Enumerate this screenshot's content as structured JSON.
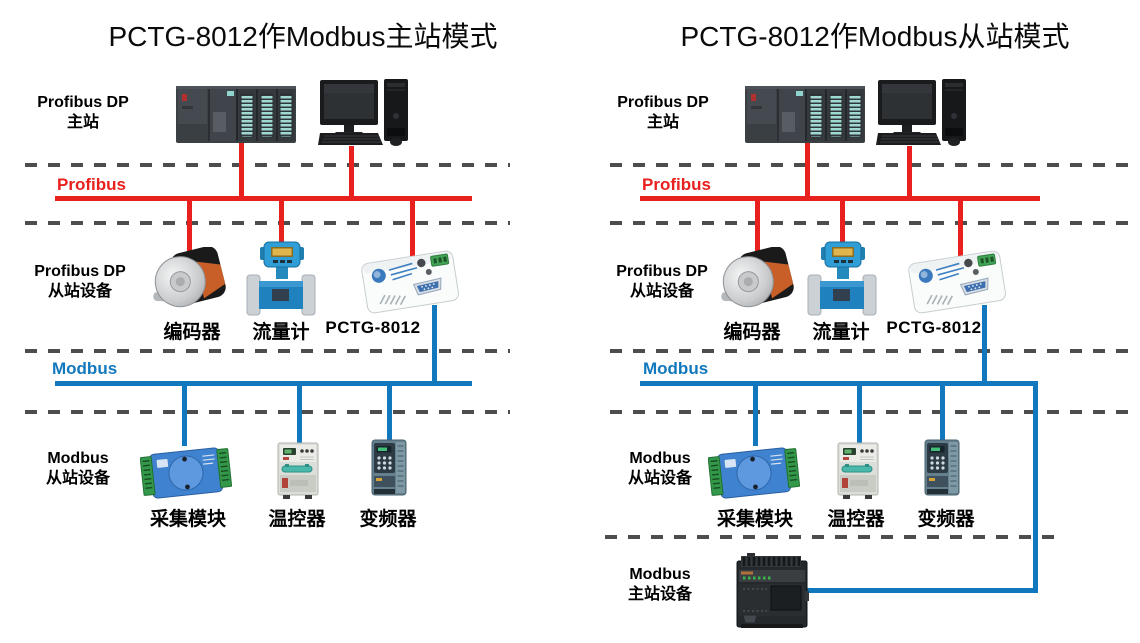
{
  "colors": {
    "profibus_bus": "#e8201e",
    "modbus_bus": "#1278bd",
    "separator_dash": "#4d4d4d",
    "text": "#000000"
  },
  "diagrams": {
    "left": {
      "title": "PCTG-8012作Modbus主站模式",
      "profibus_master": {
        "line1": "Profibus DP",
        "line2": "主站"
      },
      "profibus_bus_label": "Profibus",
      "profibus_slaves": {
        "line1": "Profibus DP",
        "line2": "从站设备"
      },
      "profibus_slave_devices": [
        {
          "name": "encoder",
          "label": "编码器"
        },
        {
          "name": "flow-meter",
          "label": "流量计"
        },
        {
          "name": "gateway",
          "label": "PCTG-8012"
        }
      ],
      "modbus_bus_label": "Modbus",
      "modbus_slaves": {
        "line1": "Modbus",
        "line2": "从站设备"
      },
      "modbus_slave_devices": [
        {
          "name": "daq-module",
          "label": "采集模块"
        },
        {
          "name": "temp-controller",
          "label": "温控器"
        },
        {
          "name": "vfd",
          "label": "变频器"
        }
      ]
    },
    "right": {
      "title": "PCTG-8012作Modbus从站模式",
      "profibus_master": {
        "line1": "Profibus DP",
        "line2": "主站"
      },
      "profibus_bus_label": "Profibus",
      "profibus_slaves": {
        "line1": "Profibus DP",
        "line2": "从站设备"
      },
      "profibus_slave_devices": [
        {
          "name": "encoder",
          "label": "编码器"
        },
        {
          "name": "flow-meter",
          "label": "流量计"
        },
        {
          "name": "gateway",
          "label": "PCTG-8012"
        }
      ],
      "modbus_bus_label": "Modbus",
      "modbus_slaves": {
        "line1": "Modbus",
        "line2": "从站设备"
      },
      "modbus_slave_devices": [
        {
          "name": "daq-module",
          "label": "采集模块"
        },
        {
          "name": "temp-controller",
          "label": "温控器"
        },
        {
          "name": "vfd",
          "label": "变频器"
        }
      ],
      "modbus_master": {
        "line1": "Modbus",
        "line2": "主站设备"
      }
    }
  }
}
